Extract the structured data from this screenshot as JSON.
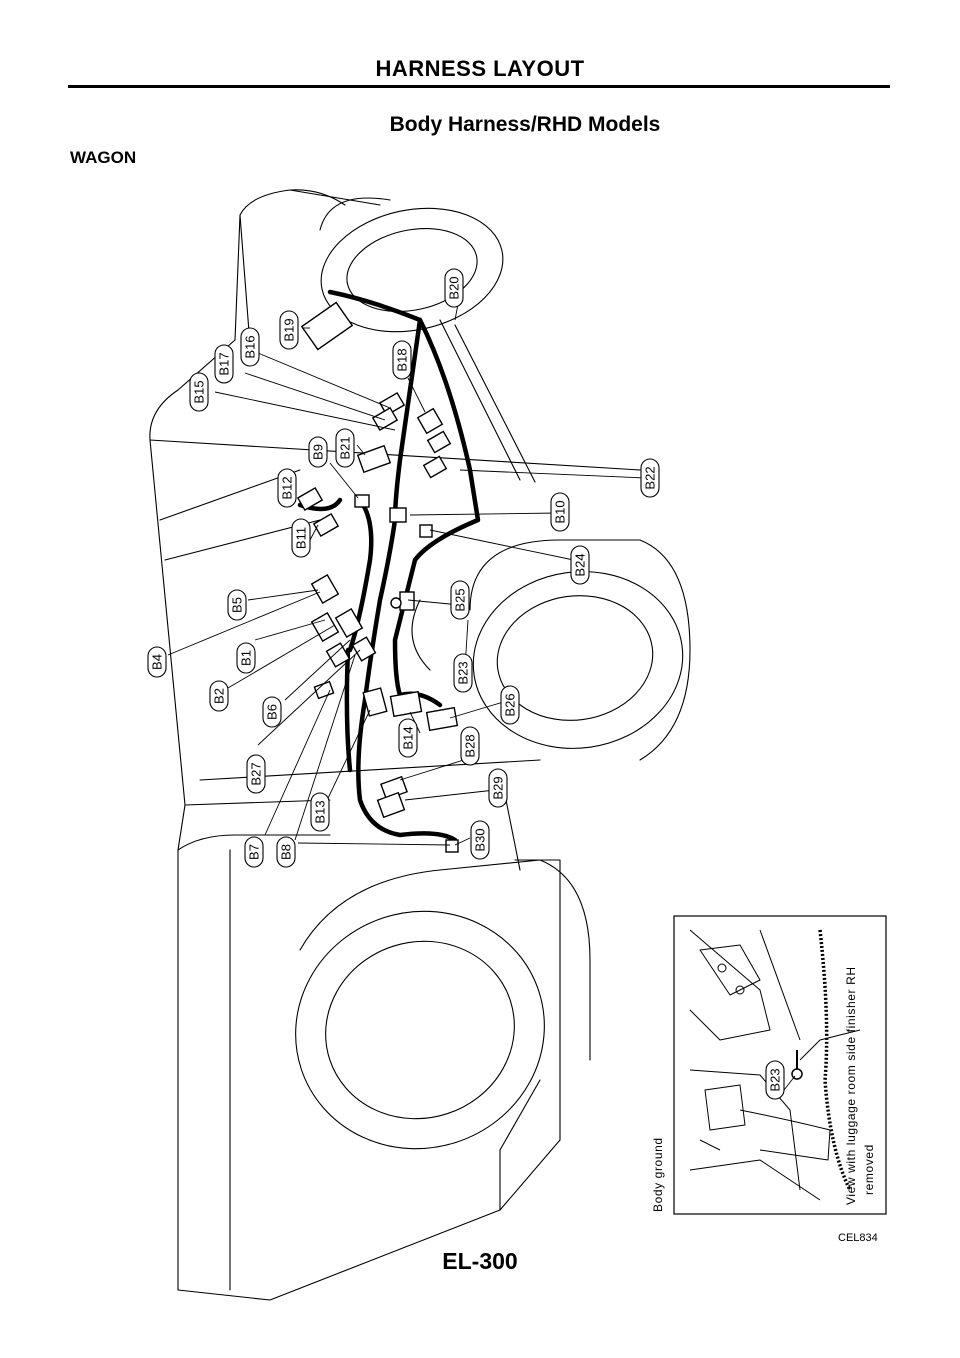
{
  "header": {
    "title": "HARNESS LAYOUT"
  },
  "subtitle": "Body Harness/RHD Models",
  "section_label": "WAGON",
  "connectors": {
    "B1": "B1",
    "B2": "B2",
    "B4": "B4",
    "B5": "B5",
    "B6": "B6",
    "B7": "B7",
    "B8": "B8",
    "B9": "B9",
    "B10": "B10",
    "B11": "B11",
    "B12": "B12",
    "B13": "B13",
    "B14": "B14",
    "B15": "B15",
    "B16": "B16",
    "B17": "B17",
    "B18": "B18",
    "B19": "B19",
    "B20": "B20",
    "B21": "B21",
    "B22": "B22",
    "B23": "B23",
    "B24": "B24",
    "B25": "B25",
    "B26": "B26",
    "B27": "B27",
    "B28": "B28",
    "B29": "B29",
    "B30": "B30"
  },
  "inset": {
    "connector_label": "B23",
    "caption_line1": "View with luggage room side finisher RH",
    "caption_line2": "removed",
    "ground_label": "Body ground"
  },
  "figure_id": "CEL834",
  "page_number": "EL-300"
}
